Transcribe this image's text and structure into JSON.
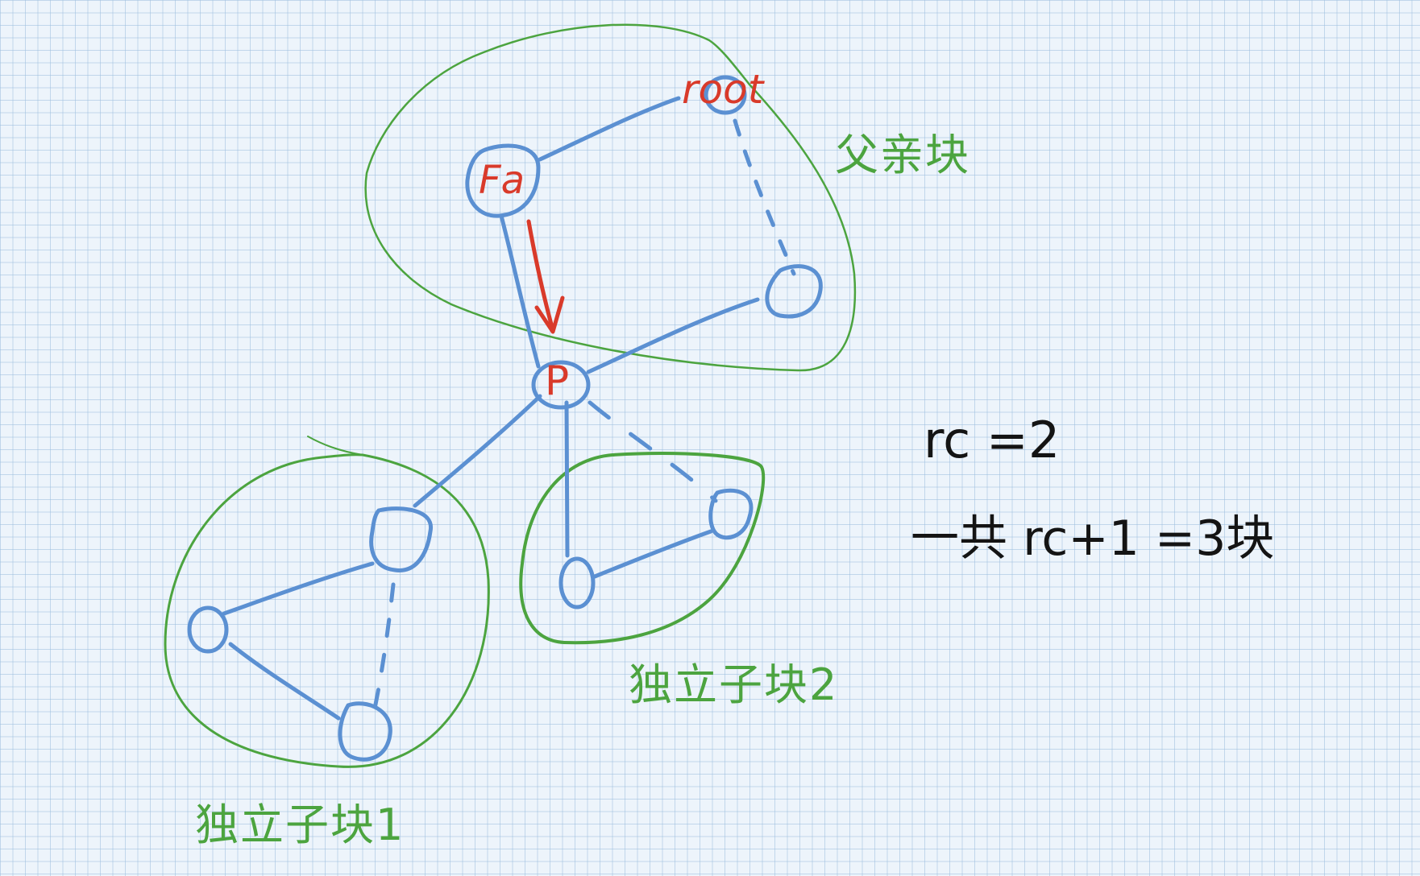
{
  "labels": {
    "root": "root",
    "fa": "Fa",
    "p": "P",
    "parent_block": "父亲块",
    "child_block_1": "独立子块1",
    "child_block_2": "独立子块2",
    "rc_line": "rc =2",
    "total_line": "一共 rc+1 =3块"
  },
  "colors": {
    "tree": "#5b90d2",
    "region": "#4ca43f",
    "highlight": "#d93a2a",
    "ink": "#141414",
    "grid": "#9cbede"
  }
}
